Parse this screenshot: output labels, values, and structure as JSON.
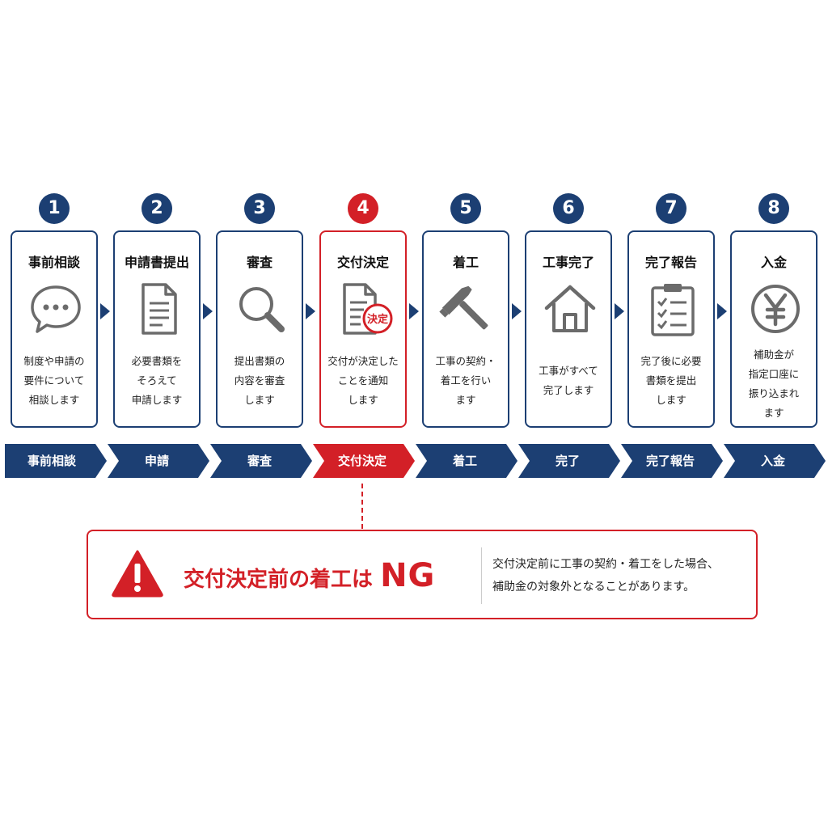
{
  "colors": {
    "navy": "#1c3f73",
    "red": "#d32027",
    "icon_gray": "#6b6b6b"
  },
  "steps": [
    {
      "number": "1",
      "title": "事前相談",
      "description": "制度や申請の\n要件について\n相談します",
      "icon": "speech-bubble-icon",
      "active": false
    },
    {
      "number": "2",
      "title": "申請書提出",
      "description": "必要書類を\nそろえて\n申請します",
      "icon": "document-icon",
      "active": false
    },
    {
      "number": "3",
      "title": "審査",
      "description": "提出書類の\n内容を審査\nします",
      "icon": "magnifier-icon",
      "active": false
    },
    {
      "number": "4",
      "title": "交付決定",
      "description": "交付が決定した\nことを通知\nします",
      "icon": "document-stamp-icon",
      "stamp": "決定",
      "active": true
    },
    {
      "number": "5",
      "title": "着工",
      "description": "工事の契約・\n着工を行い\nます",
      "icon": "hammer-icon",
      "active": false
    },
    {
      "number": "6",
      "title": "工事完了",
      "description": "工事がすべて\n完了します",
      "icon": "house-icon",
      "active": false
    },
    {
      "number": "7",
      "title": "完了報告",
      "description": "完了後に必要\n書類を提出\nします",
      "icon": "clipboard-checklist-icon",
      "active": false
    },
    {
      "number": "8",
      "title": "入金",
      "description": "補助金が\n指定口座に\n振り込まれ\nます",
      "icon": "yen-coin-icon",
      "active": false
    }
  ],
  "phases": [
    "事前相談",
    "申請",
    "審査",
    "交付決定",
    "着工",
    "完了",
    "完了報告",
    "入金"
  ],
  "warning": {
    "icon": "warning-triangle-icon",
    "headline": "交付決定前の着工は",
    "headline_ng": "NG",
    "text": "交付決定前に工事の契約・着工をした場合、\n補助金の対象外となることがあります。"
  }
}
